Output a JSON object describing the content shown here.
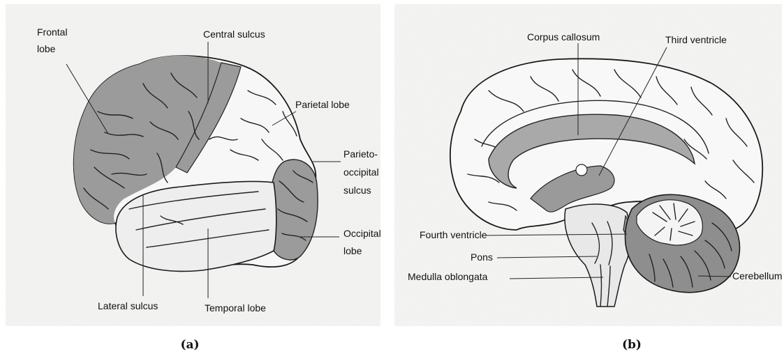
{
  "panels": [
    {
      "caption": "(a)",
      "labels": {
        "frontal": [
          "Frontal",
          "lobe"
        ],
        "central": [
          "Central sulcus"
        ],
        "parietal": [
          "Parietal lobe"
        ],
        "parieto_occipital": [
          "Parieto-",
          "occipital",
          "sulcus"
        ],
        "occipital": [
          "Occipital",
          "lobe"
        ],
        "lateral": [
          "Lateral sulcus"
        ],
        "temporal": [
          "Temporal lobe"
        ]
      }
    },
    {
      "caption": "(b)",
      "labels": {
        "corpus": [
          "Corpus callosum"
        ],
        "third": [
          "Third ventricle"
        ],
        "fourth": [
          "Fourth ventricle"
        ],
        "pons": [
          "Pons"
        ],
        "medulla": [
          "Medulla oblongata"
        ],
        "cerebellum": [
          "Cerebellum"
        ]
      }
    }
  ]
}
